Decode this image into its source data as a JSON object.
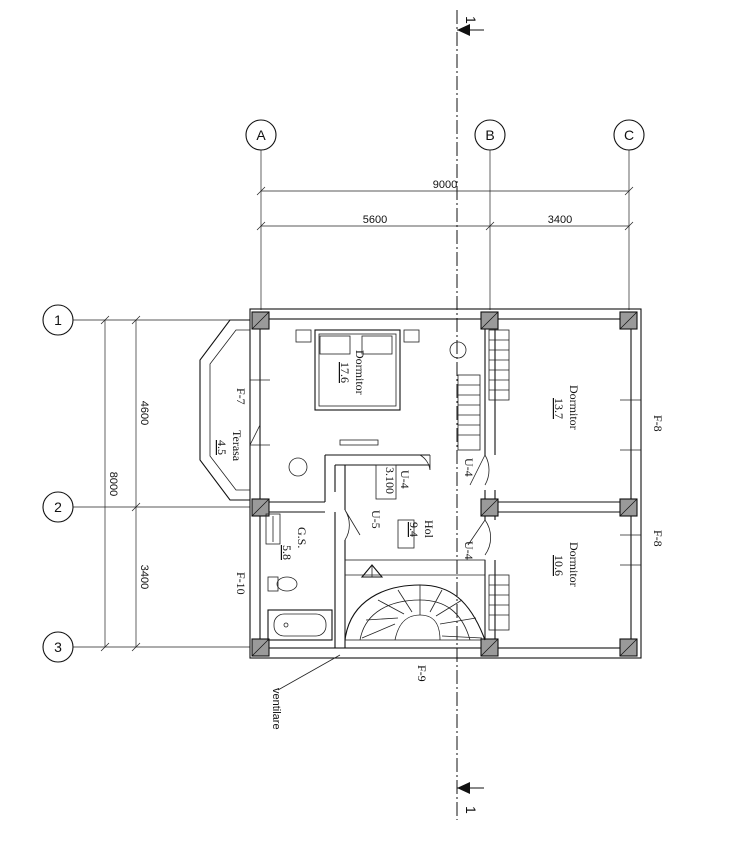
{
  "axes": {
    "columns": [
      "A",
      "B",
      "C"
    ],
    "rows": [
      "1",
      "2",
      "3"
    ]
  },
  "section_marker": "1",
  "dimensions": {
    "total_width": "9000",
    "width_a_b": "5600",
    "width_b_c": "3400",
    "total_depth": "8000",
    "depth_1_2": "4600",
    "depth_2_3": "3400"
  },
  "rooms": {
    "dormitor_main": {
      "name": "Dormitor",
      "area": "17.6"
    },
    "dormitor_right_top": {
      "name": "Dormitor",
      "area": "13.7"
    },
    "dormitor_right_bottom": {
      "name": "Dormitor",
      "area": "10.6"
    },
    "terasa": {
      "name": "Terasa",
      "area": "4.5"
    },
    "gs": {
      "name": "G.S.",
      "area": "5.8"
    },
    "hol": {
      "name": "Hol",
      "area": "9.4"
    }
  },
  "doors": {
    "u4": "U-4",
    "u5": "U-5"
  },
  "windows": {
    "f7": "F-7",
    "f8": "F-8",
    "f9": "F-9",
    "f10": "F-10"
  },
  "level": "3.100",
  "ventilation": "ventilare"
}
